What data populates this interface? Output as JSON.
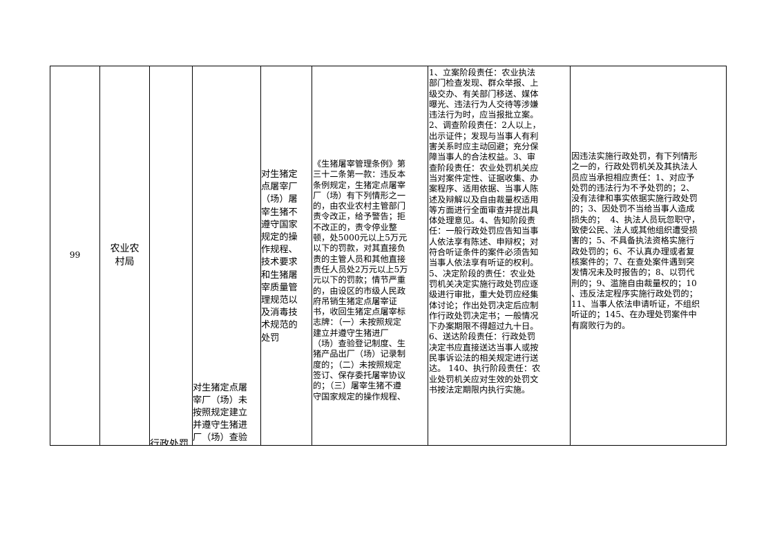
{
  "row": {
    "seq": "99",
    "department": "农业农\n村局",
    "category": "行政处罚",
    "item_name": "对生猪定点屠\n宰厂（场）未\n按照规定建立\n并遵守生猪进\n厂（场）查验",
    "sub_item": "对生猪定\n点屠宰厂\n（场）屠\n宰生猪不\n遵守国家\n规定的操\n作规程、\n技术要求\n和生猪屠\n宰质量管\n理规范以\n及消毒技\n术规范的\n处罚",
    "basis": "《生猪屠宰管理条例》第\n三十二条第一款：违反本\n条例规定，生猪定点屠宰\n厂（场）有下列情形之一\n的，由农业农村主管部门\n责令改正，给予警告；拒\n不改正的，责令停业整\n顿，处5000元以上5万元\n以下的罚款，对其直接负\n责的主管人员和其他直接\n责任人员处2万元以上5万\n元以下的罚款；情节严重\n的，由设区的市级人民政\n府吊销生猪定点屠宰证\n书，收回生猪定点屠宰标\n志牌：（一）未按照规定\n建立并遵守生猪进厂\n（场）查验登记制度、生\n猪产品出厂（场）记录制\n度的；（二）未按照规定\n签订、保存委托屠宰协议\n的；（三）屠宰生猪不遵\n守国家规定的操作规程、",
    "responsibility": "1、立案阶段责任：农业执法\n部门检查发现、群众举报、上\n级交办、有关部门移送、媒体\n曝光、违法行为人交待等涉嫌\n违法行为时，应当报批立案。\n2、调查阶段责任：2人以上，\n出示证件；发现与当事人有利\n害关系时应主动回避；充分保\n障当事人的合法权益。3、审\n查阶段责任：农业处罚机关应\n当对案件定性、证据收集、办\n案程序、适用依据、当事人陈\n述及辩解以及自由裁量权适用\n等方面进行全面审查并提出具\n体处理意见。4、告知阶段责\n任：一般行政处罚应告知当事\n人依法享有陈述、申辩权；对\n符合听证条件的案件必须告知\n当事人依法享有听证的权利。\n5、决定阶段的责任：农业处\n罚机关决定实施行政处罚应逐\n级进行审批，重大处罚应经集\n体讨论；作出处罚决定后应制\n作行政处罚决定书；一般情况\n下办案期限不得超过九十日。\n6、送达阶段责任：行政处罚\n决定书应直接送达当事人或按\n民事诉讼法的相关规定进行送\n达。 140、执行阶段责任：农\n业处罚机关应对生效的处罚文\n书按法定期限内执行实施。",
    "accountability": "因违法实施行政处罚，有下列情形\n之一的，行政处罚机关及其执法人\n员应当承担相应责任：1、对应予\n处罚的违法行为不予处罚的；2、\n没有法律和事实依据实施行政处罚\n的；3、因处罚不当给当事人造成\n损失的；  4、执法人员玩忽职守，\n致使公民、法人或其他组织遭受损\n害的；5、不具备执法资格实施行\n政处罚的；6、不认真办理或者复\n核案件的；7、在查处案件遇到突\n发情况未及时报告的；8、以罚代\n刑的；9、滥施自由裁量权的；10\n、违反法定程序实施行政处罚的；\n11、当事人依法申请听证，不组织\n听证的；145、在办理处罚案件中\n有腐败行为的。"
  }
}
